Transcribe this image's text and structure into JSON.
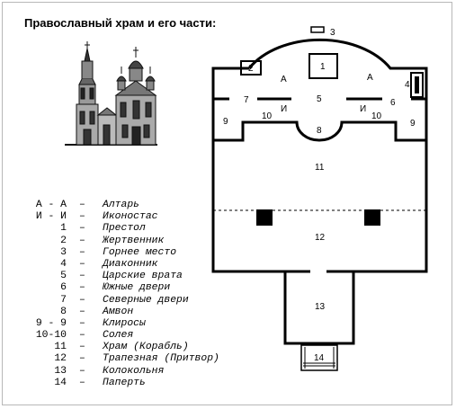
{
  "title": "Православный храм и его части:",
  "legend": [
    {
      "key": "А - А",
      "text": "Алтарь"
    },
    {
      "key": "И - И",
      "text": "Иконостас"
    },
    {
      "key": "1",
      "text": "Престол"
    },
    {
      "key": "2",
      "text": "Жертвенник"
    },
    {
      "key": "3",
      "text": "Горнее место"
    },
    {
      "key": "4",
      "text": "Диаконник"
    },
    {
      "key": "5",
      "text": "Царские врата"
    },
    {
      "key": "6",
      "text": "Южные двери"
    },
    {
      "key": "7",
      "text": "Северные двери"
    },
    {
      "key": "8",
      "text": "Амвон"
    },
    {
      "key": "9 - 9",
      "text": "Клиросы"
    },
    {
      "key": "10-10",
      "text": "Солея"
    },
    {
      "key": "11",
      "text": "Храм (Корабль)"
    },
    {
      "key": "12",
      "text": "Трапезная (Притвор)"
    },
    {
      "key": "13",
      "text": "Колокольня"
    },
    {
      "key": "14",
      "text": "Паперть"
    }
  ],
  "dash": "–",
  "plan": {
    "altar_left": "А",
    "altar_right": "А",
    "iconostasis_left": "И",
    "iconostasis_right": "И",
    "num_1": "1",
    "num_2": "2",
    "num_3": "3",
    "num_4": "4",
    "num_5": "5",
    "num_6": "6",
    "num_7": "7",
    "num_8": "8",
    "num_9_left": "9",
    "num_9_right": "9",
    "num_10_left": "10",
    "num_10_right": "10",
    "num_11": "11",
    "num_12": "12",
    "num_13": "13",
    "num_14": "14"
  }
}
